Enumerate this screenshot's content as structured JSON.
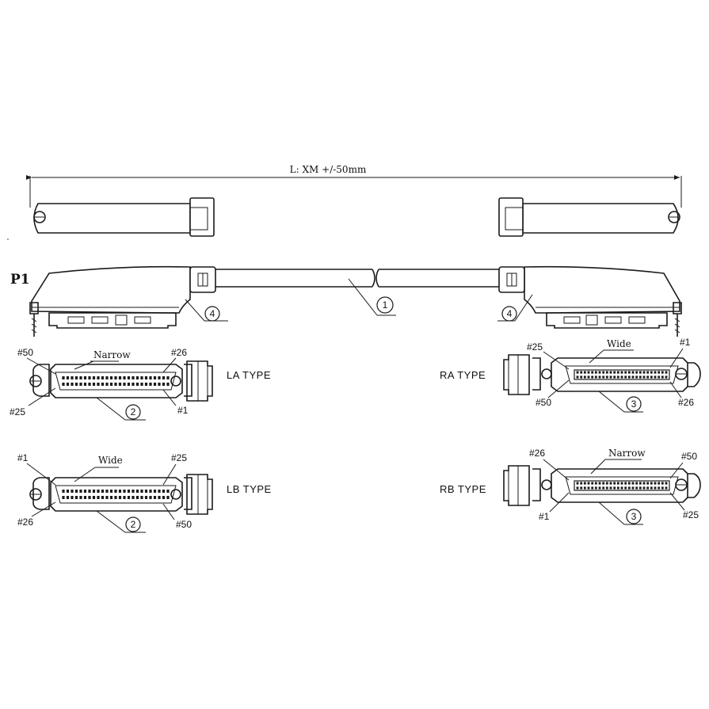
{
  "dimension": {
    "label": "L: XM +/-50mm"
  },
  "plug_label": "P1",
  "callouts": {
    "cable": "1",
    "hood_left": "4",
    "hood_right": "4",
    "face_left_a": "2",
    "face_left_b": "2",
    "face_right_a": "3",
    "face_right_b": "3"
  },
  "types": {
    "la": {
      "name": "LA TYPE",
      "top_left": "#50",
      "top_right": "#26",
      "bottom_left": "#25",
      "bottom_right": "#1",
      "side": "Narrow"
    },
    "lb": {
      "name": "LB TYPE",
      "top_left": "#1",
      "top_right": "#25",
      "bottom_left": "#26",
      "bottom_right": "#50",
      "side": "Wide"
    },
    "ra": {
      "name": "RA TYPE",
      "top_left": "#25",
      "top_right": "#1",
      "bottom_left": "#50",
      "bottom_right": "#26",
      "side": "Wide"
    },
    "rb": {
      "name": "RB TYPE",
      "top_left": "#26",
      "top_right": "#50",
      "bottom_left": "#1",
      "bottom_right": "#25",
      "side": "Narrow"
    }
  }
}
